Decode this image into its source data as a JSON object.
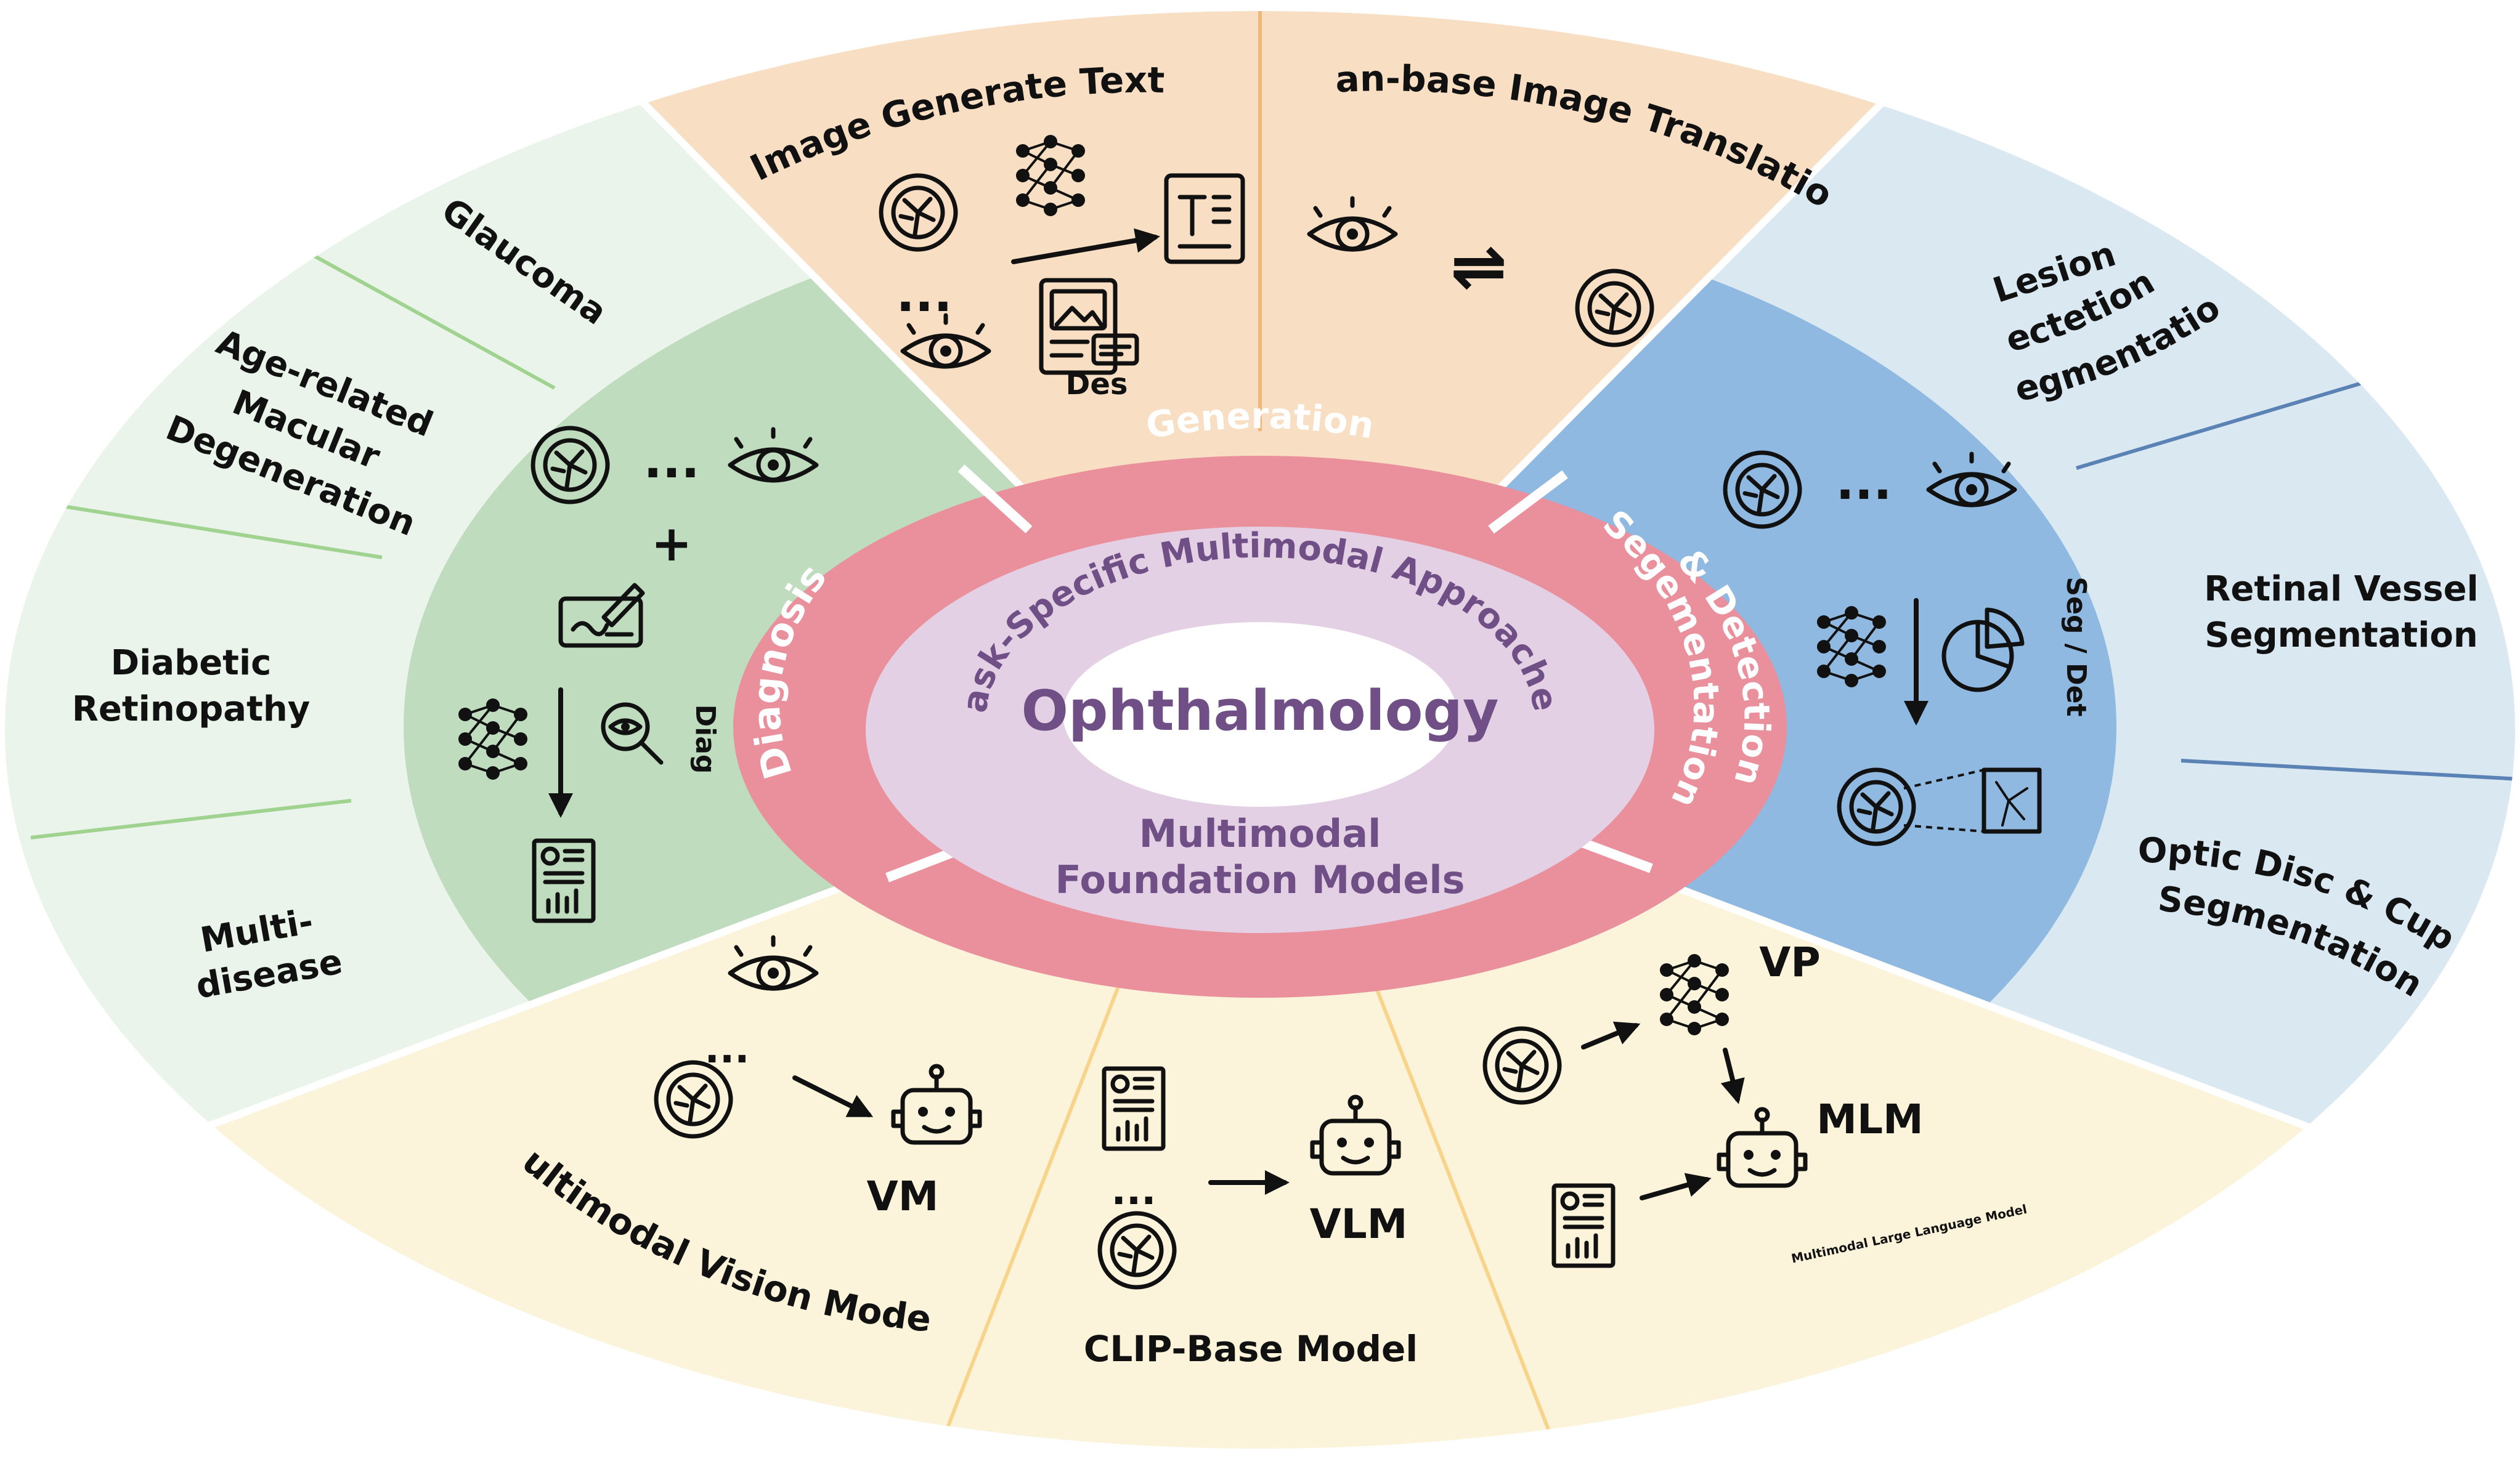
{
  "center": {
    "title": "Ophthalmology"
  },
  "ring_inner": {
    "top": "Task-Specific Multimodal Approaches",
    "bottom_line1": "Multimodal",
    "bottom_line2": "Foundation Models"
  },
  "ring_middle": {
    "generation": "Generation",
    "diagnosis": "Diagnosis",
    "segdet_line1": "Segementation",
    "segdet_line2": "& Detection"
  },
  "generation": {
    "image_generate_text": "Image Generate Text",
    "gan_translation": "Gan-base Image Translation",
    "des_label": "Des",
    "ellipsis": "...",
    "swap_symbol": "⇌"
  },
  "diagnosis": {
    "diag_label": "Diag",
    "plus": "+",
    "ellipsis": "...",
    "diseases": {
      "glaucoma": "Glaucoma",
      "amd_line1": "Age-related",
      "amd_line2": "Macular",
      "amd_line3": "Degeneration",
      "dr_line1": "Diabetic",
      "dr_line2": "Retinopathy",
      "multi_line1": "Multi-",
      "multi_line2": "disease"
    }
  },
  "segmentation": {
    "seg_det_label": "Seg / Det",
    "ellipsis": "...",
    "tasks": {
      "lesion_line1": "Lesion",
      "lesion_line2": "Dectetion &",
      "lesion_line3": "Segmentation",
      "vessel_line1": "Retinal Vessel",
      "vessel_line2": "Segmentation",
      "optic_line1": "Optic Disc & Cup",
      "optic_line2": "Segmentation"
    }
  },
  "foundation": {
    "vm": "VM",
    "vlm": "VLM",
    "vp": "VP",
    "mlm": "MLM",
    "vision_model": "Multimodal Vision Model",
    "clip_model": "CLIP-Base Model",
    "mllm_full": "Multimodal Large Language Model",
    "dots": "..."
  },
  "colors": {
    "generation_outer": "#f8dfc3",
    "diagnosis_inner": "#bfdcbf",
    "diagnosis_outer": "#eaf4ea",
    "segmentation_inner": "#8fb9e0",
    "segmentation_outer": "#d9e8f1",
    "foundation_outer": "#fbf3da",
    "ring_pink": "#e9909c",
    "ring_lavender": "#e4d0e4",
    "center": "#ffffff",
    "green_divider": "#9fd38f",
    "blue_divider": "#5b82b4",
    "orange_divider": "#f0b77a",
    "yellow_divider": "#f7d48a"
  }
}
